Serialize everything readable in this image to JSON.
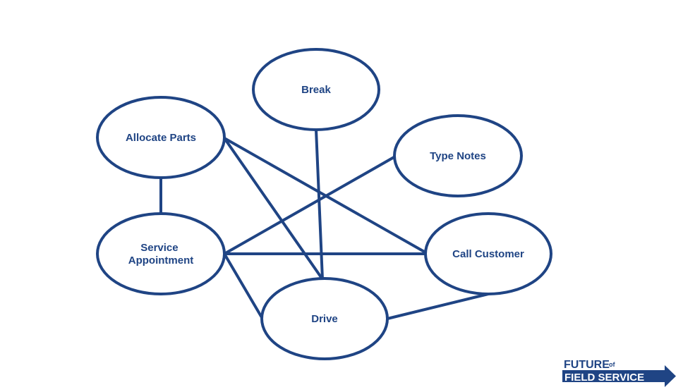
{
  "colors": {
    "primary": "#1f4484",
    "background": "#ffffff"
  },
  "nodes": {
    "break": {
      "label": "Break"
    },
    "allocate_parts": {
      "label": "Allocate Parts"
    },
    "type_notes": {
      "label": "Type Notes"
    },
    "service_appointment": {
      "label_line1": "Service",
      "label_line2": "Appointment"
    },
    "call_customer": {
      "label": "Call Customer"
    },
    "drive": {
      "label": "Drive"
    }
  },
  "edges": [
    {
      "from": "allocate_parts",
      "to": "service_appointment"
    },
    {
      "from": "allocate_parts",
      "to": "call_customer"
    },
    {
      "from": "allocate_parts",
      "to": "drive"
    },
    {
      "from": "break",
      "to": "drive"
    },
    {
      "from": "type_notes",
      "to": "service_appointment"
    },
    {
      "from": "service_appointment",
      "to": "call_customer"
    },
    {
      "from": "service_appointment",
      "to": "drive"
    },
    {
      "from": "call_customer",
      "to": "drive"
    }
  ],
  "logo": {
    "line1": "FUTURE",
    "line1_small": "of",
    "line2": "FIELD SERVICE"
  }
}
